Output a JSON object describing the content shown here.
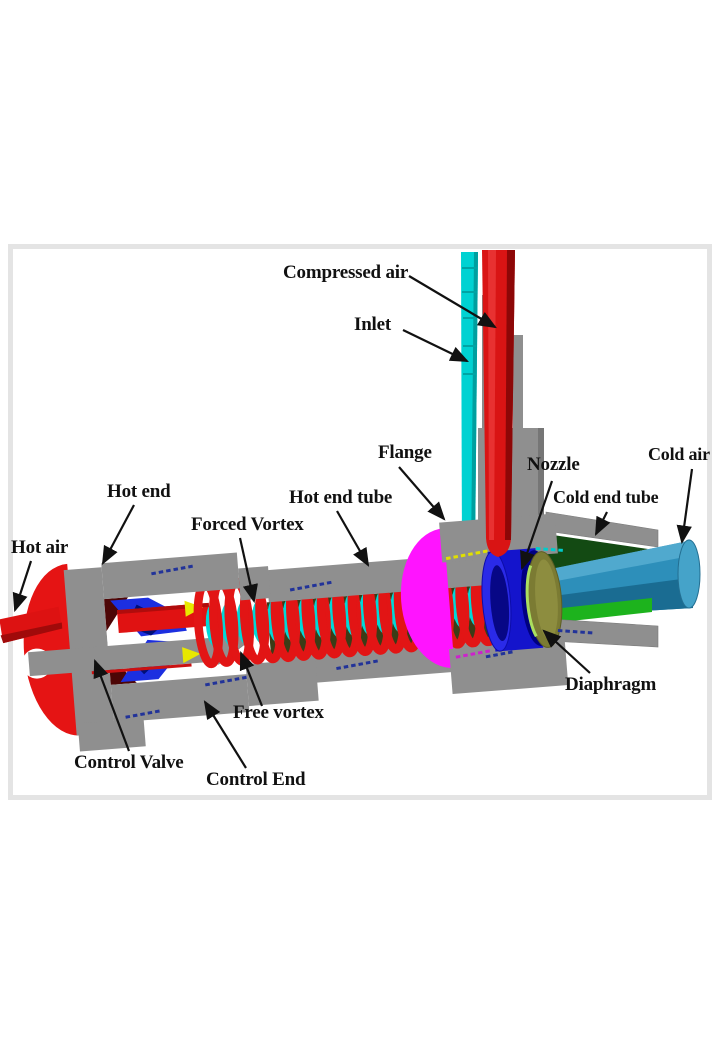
{
  "figure": {
    "type": "labeled-diagram",
    "subject": "Vortex tube cross-section (CAD cutaway)",
    "labels": [
      {
        "id": "compressed-air",
        "text": "Compressed air"
      },
      {
        "id": "inlet",
        "text": "Inlet"
      },
      {
        "id": "flange",
        "text": "Flange"
      },
      {
        "id": "nozzle",
        "text": "Nozzle"
      },
      {
        "id": "cold-air",
        "text": "Cold air"
      },
      {
        "id": "cold-end-tube",
        "text": "Cold end tube"
      },
      {
        "id": "hot-end-tube",
        "text": "Hot end tube"
      },
      {
        "id": "forced-vortex",
        "text": "Forced Vortex"
      },
      {
        "id": "hot-end",
        "text": "Hot end"
      },
      {
        "id": "hot-air",
        "text": "Hot air"
      },
      {
        "id": "free-vortex",
        "text": "Free vortex"
      },
      {
        "id": "diaphragm",
        "text": "Diaphragm"
      },
      {
        "id": "control-valve",
        "text": "Control Valve"
      },
      {
        "id": "control-end",
        "text": "Control End"
      }
    ],
    "colors": {
      "hot_red": "#e01212",
      "inlet_cyan": "#00d2d2",
      "cold_cone_blue": "#2d8fba",
      "flange_magenta": "#ff14ff",
      "body_gray": "#8f8f8f",
      "nozzle_blue": "#1414cc",
      "diaphragm_olive": "#7b7b33",
      "cold_flow_green": "#1db31d",
      "label_ink": "#111111"
    }
  }
}
